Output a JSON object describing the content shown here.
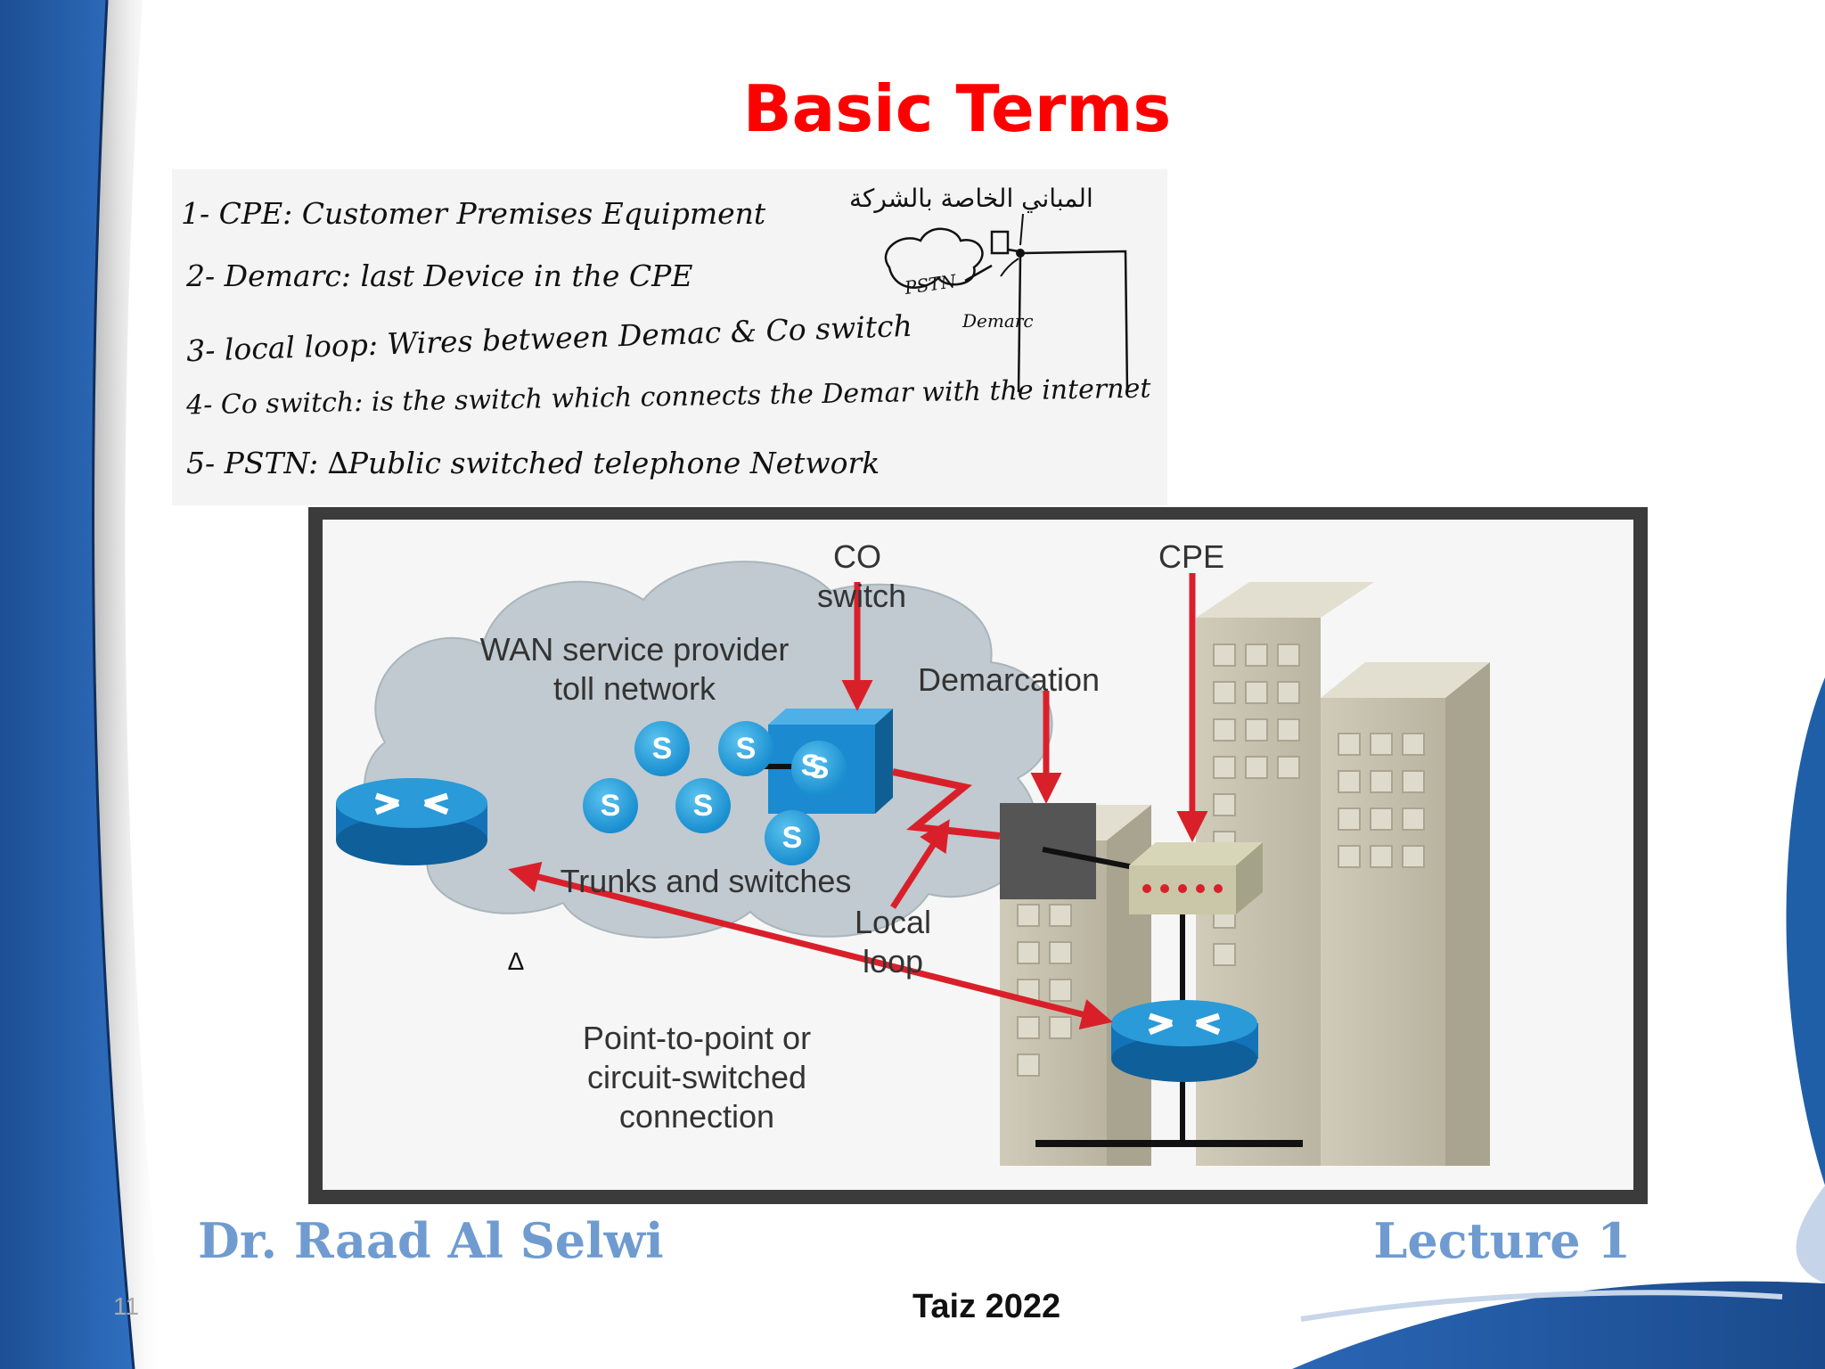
{
  "slide": {
    "title": "Basic Terms",
    "page_number": "11"
  },
  "notes": {
    "lines": [
      "1- CPE: Customer Premises Equipment",
      "2- Demarc: last Device in the CPE",
      "3- local loop: Wires between Demac & Co switch",
      "4- Co switch: is the switch which connects the Demar with the internet",
      "5- PSTN: ∆Public switched telephone Network"
    ],
    "sketch_pstn": "PSTN",
    "sketch_demarc": "Demarc",
    "arabic": "المباني الخاصة بالشركة"
  },
  "diagram": {
    "cloud_label": "WAN service provider toll network",
    "trunks_label": "Trunks and switches",
    "switch_symbol": "S",
    "co_switch_label": "CO switch",
    "cpe_label": "CPE",
    "demarcation_label": "Demarcation",
    "local_loop_label": "Local loop",
    "connection_label": "Point-to-point or circuit-switched connection",
    "delta_mark": "∆"
  },
  "footer": {
    "author": "Dr. Raad Al Selwi",
    "lecture": "Lecture 1",
    "year": "Taiz 2022"
  },
  "colors": {
    "title": "#ff0000",
    "footer_text": "#6f9bd0",
    "arrow_red": "#d9202a",
    "switch_blue": "#1a8fd0",
    "frame_blue": "#1f5fa8"
  }
}
